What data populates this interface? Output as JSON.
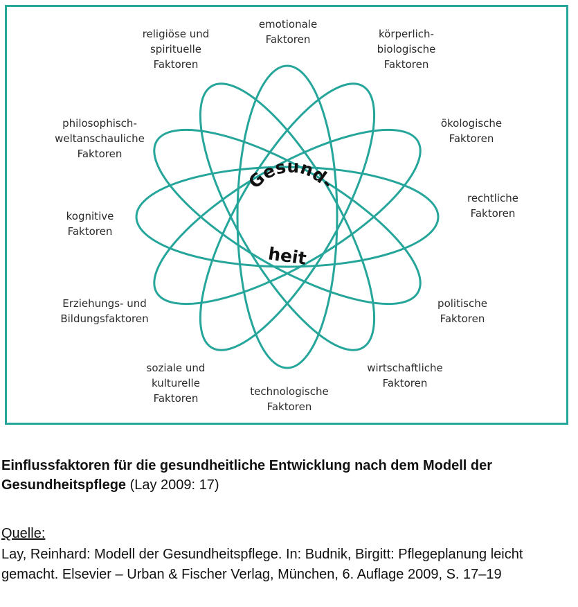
{
  "diagram": {
    "accent_color": "#26a69a",
    "center": {
      "word_top": "Gesund-",
      "word_bottom": "heit"
    },
    "factors": [
      {
        "id": "emotional",
        "text": "emotionale\nFaktoren"
      },
      {
        "id": "koerperlich",
        "text": "körperlich-\nbiologische\nFaktoren"
      },
      {
        "id": "oekologisch",
        "text": "ökologische\nFaktoren"
      },
      {
        "id": "rechtlich",
        "text": "rechtliche\nFaktoren"
      },
      {
        "id": "politisch",
        "text": "politische\nFaktoren"
      },
      {
        "id": "wirtschaftlich",
        "text": "wirtschaftliche\nFaktoren"
      },
      {
        "id": "technologisch",
        "text": "technologische\nFaktoren"
      },
      {
        "id": "sozial",
        "text": "soziale und\nkulturelle\nFaktoren"
      },
      {
        "id": "erziehung",
        "text": "Erziehungs- und\nBildungsfaktoren"
      },
      {
        "id": "kognitiv",
        "text": "kognitive\nFaktoren"
      },
      {
        "id": "philosophisch",
        "text": "philosophisch-\nweltanschauliche\nFaktoren"
      },
      {
        "id": "religioes",
        "text": "religiöse und\nspirituelle\nFaktoren"
      }
    ]
  },
  "caption": {
    "bold": "Einflussfaktoren für die gesundheitliche Entwicklung nach dem Modell der Gesundheitspflege",
    "regular": " (Lay 2009: 17)"
  },
  "source": {
    "heading": "Quelle:",
    "text": "Lay, Reinhard: Modell der Gesundheitspflege. In: Budnik, Birgitt: Pflegeplanung leicht gemacht. Elsevier – Urban & Fischer Verlag, München, 6. Auflage 2009, S. 17–19"
  }
}
